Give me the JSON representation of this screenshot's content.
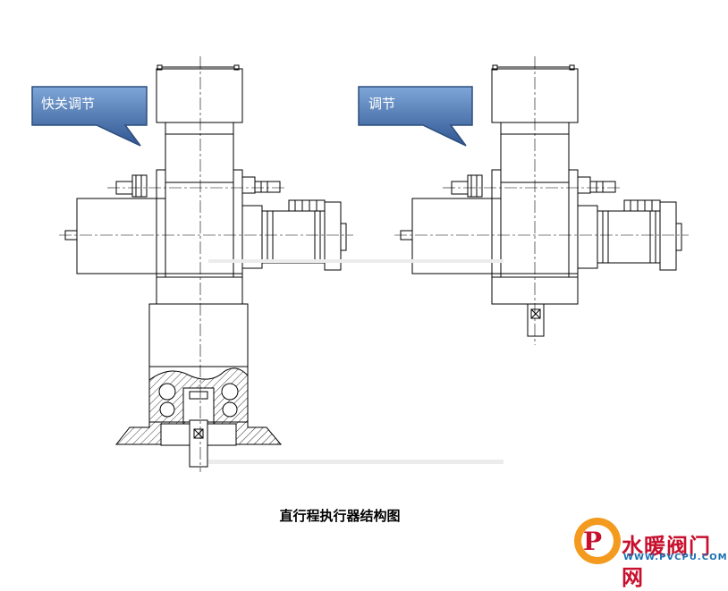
{
  "callouts": {
    "left": "快关调节",
    "right": "调节"
  },
  "caption": "直行程执行器结构图",
  "watermark": {
    "name": "水暖阀门网",
    "url": "WWW.PVCPU.COM"
  },
  "colors": {
    "callout_fill": "#4f81bd",
    "callout_fill_dark": "#2d4e7e",
    "line": "#000000",
    "logo_red": "#c8102e",
    "logo_blue": "#1a6fb0",
    "logo_orange": "#f39a1f"
  }
}
